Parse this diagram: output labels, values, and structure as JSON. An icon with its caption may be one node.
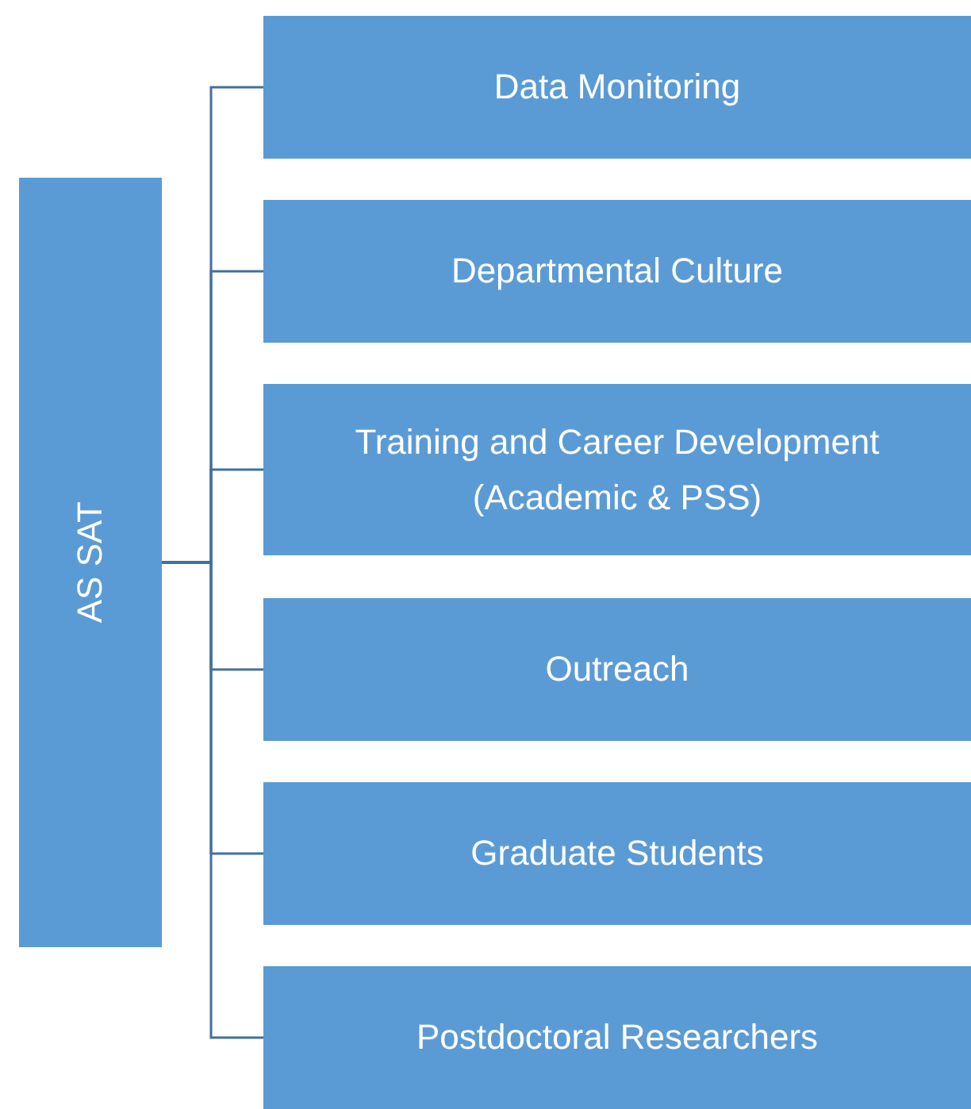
{
  "diagram": {
    "nodes": [
      {
        "text": [
          "AS SAT"
        ]
      },
      {
        "text": [
          "Data Monitoring"
        ]
      },
      {
        "text": [
          "Departmental Culture"
        ]
      },
      {
        "text": [
          "Training and Career Development (Academic & PSS)"
        ]
      },
      {
        "text": [
          "Outreach"
        ]
      },
      {
        "text": [
          "Graduate Students"
        ]
      },
      {
        "text": [
          "Postdoctoral Researchers"
        ]
      }
    ],
    "edges": [
      {
        "from": 0,
        "to": 1,
        "arrow": "none"
      },
      {
        "from": 0,
        "to": 2,
        "arrow": "none"
      },
      {
        "from": 0,
        "to": 3,
        "arrow": "none"
      },
      {
        "from": 0,
        "to": 4,
        "arrow": "none"
      },
      {
        "from": 0,
        "to": 5,
        "arrow": "none"
      },
      {
        "from": 0,
        "to": 6,
        "arrow": "none"
      }
    ]
  }
}
